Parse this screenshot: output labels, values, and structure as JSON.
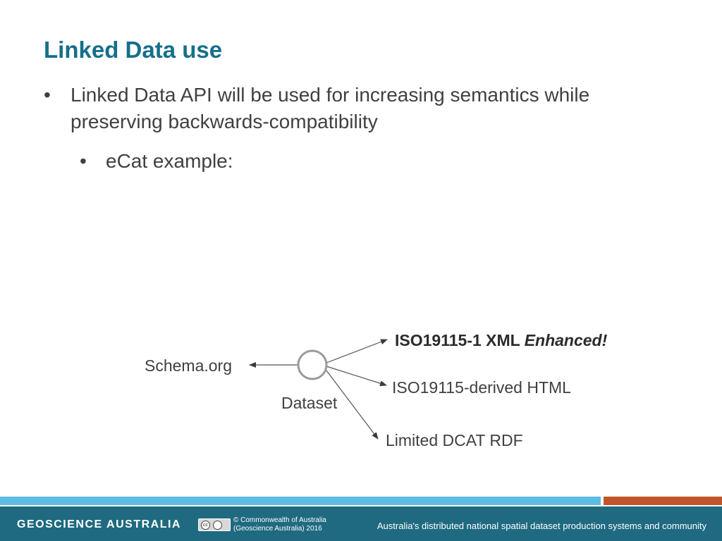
{
  "slide": {
    "title": "Linked Data use",
    "bullet_glyph": "•",
    "bullets": [
      {
        "text": "Linked Data API will be used for increasing semantics while preserving backwards-compatibility"
      },
      {
        "text": "eCat example:"
      }
    ]
  },
  "diagram": {
    "node_label": "Dataset",
    "left_target": "Schema.org",
    "targets": [
      {
        "label": "ISO19115-1 XML",
        "emphasis": "Enhanced!"
      },
      {
        "label": "ISO19115-derived HTML"
      },
      {
        "label": "Limited DCAT RDF"
      }
    ]
  },
  "footer": {
    "logo_text": "GEOSCIENCE AUSTRALIA",
    "license_icon": "creative-commons-by-badge",
    "license_badge_text": "cc",
    "copyright_line1": "© Commonwealth of Australia",
    "copyright_line2": "(Geoscience Australia) 2016",
    "tagline": "Australia's distributed national spatial dataset production systems and community"
  },
  "colors": {
    "title": "#166f8a",
    "footer_band": "#1f6a80",
    "stripe_blue": "#5bbde4",
    "stripe_orange": "#c0552a"
  }
}
